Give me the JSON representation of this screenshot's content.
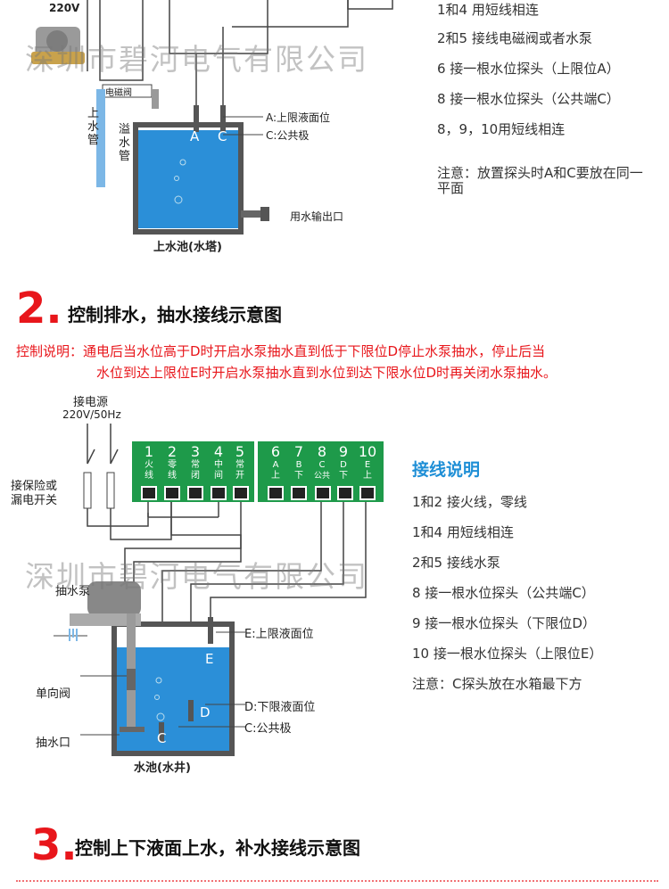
{
  "top": {
    "voltage": "220V",
    "valve_label": "电磁阀",
    "inlet_pipe": "上水管",
    "overflow_pipe": "溢水管",
    "probe_a": "A",
    "probe_c": "C",
    "label_a": "A:上限液面位",
    "label_c": "C:公共极",
    "outlet": "用水输出口",
    "pool_caption": "上水池(水塔)",
    "notes": [
      "1和4 用短线相连",
      "2和5 接线电磁阀或者水泵",
      "6 接一根水位探头（上限位A）",
      "8 接一根水位探头（公共端C）",
      "8，9，10用短线相连"
    ],
    "attention": "注意：放置探头时A和C要放在同一平面"
  },
  "watermark": "深圳市碧河电气有限公司",
  "section2": {
    "number": "2.",
    "title": "控制排水，抽水接线示意图",
    "desc_line1": "控制说明：通电后当水位高于D时开启水泵抽水直到低于下限位D停止水泵抽水，停止后当",
    "desc_line2": "水位到达上限位E时开启水泵抽水直到水位到达下限水位D时再关闭水泵抽水。",
    "power_label": "接电源",
    "power_spec": "220V/50Hz",
    "breaker_label_1": "接保险或",
    "breaker_label_2": "漏电开关",
    "terminals": [
      {
        "num": "1",
        "l1": "火",
        "l2": "线"
      },
      {
        "num": "2",
        "l1": "零",
        "l2": "线"
      },
      {
        "num": "3",
        "l1": "常",
        "l2": "闭"
      },
      {
        "num": "4",
        "l1": "中",
        "l2": "间"
      },
      {
        "num": "5",
        "l1": "常",
        "l2": "开"
      },
      {
        "num": "6",
        "l1": "A",
        "l2": "上"
      },
      {
        "num": "7",
        "l1": "B",
        "l2": "下"
      },
      {
        "num": "8",
        "l1": "C",
        "l2": "公共"
      },
      {
        "num": "9",
        "l1": "D",
        "l2": "下"
      },
      {
        "num": "10",
        "l1": "E",
        "l2": "上"
      }
    ],
    "wiring_title": "接线说明",
    "wiring_notes": [
      "1和2 接火线，零线",
      "1和4 用短线相连",
      "2和5 接线水泵",
      "8 接一根水位探头（公共端C）",
      "9 接一根水位探头（下限位D）",
      "10 接一根水位探头（上限位E）"
    ],
    "wiring_attention": "注意：C探头放在水箱最下方",
    "pump_label": "抽水泵",
    "check_valve": "单向阀",
    "intake": "抽水口",
    "label_e": "E:上限液面位",
    "label_d": "D:下限液面位",
    "label_c": "C:公共极",
    "probe_e": "E",
    "probe_d": "D",
    "probe_c": "C",
    "pool_caption": "水池(水井)"
  },
  "section3": {
    "number": "3.",
    "title": "控制上下液面上水，补水接线示意图"
  },
  "colors": {
    "accent_red": "#e8161b",
    "panel_green": "#1e9a4a",
    "water_blue": "#2b8fd8",
    "heading_blue": "#1f8fd6"
  }
}
